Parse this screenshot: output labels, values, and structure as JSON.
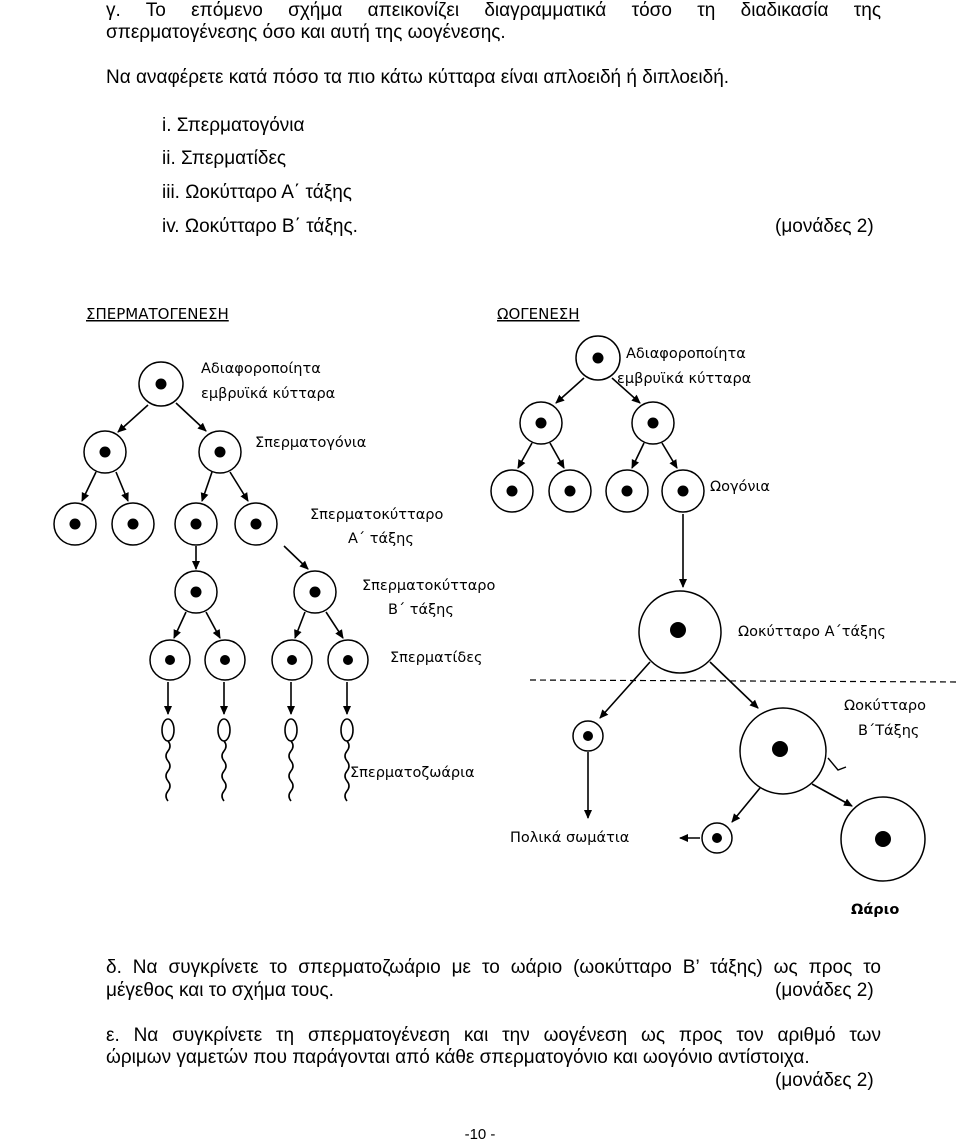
{
  "question_g": {
    "line1": "γ. Το επόμενο σχήμα απεικονίζει διαγραμματικά τόσο τη διαδικασία της",
    "line2": "σπερματογένεσης όσο και αυτή της ωογένεσης.",
    "instruction": "Να αναφέρετε κατά πόσο τα πιο κάτω κύτταρα είναι απλοειδή ή διπλοειδή.",
    "items": [
      "i. Σπερματογόνια",
      "ii. Σπερματίδες",
      "iii. Ωοκύτταρο Α΄ τάξης",
      "iv. Ωοκύτταρο Β΄ τάξης."
    ],
    "points": "(μονάδες 2)"
  },
  "diagram": {
    "spermatogenesis": {
      "heading": "ΣΠΕΡΜΑΤΟΓΕΝΕΣΗ",
      "label_stem_1": "Αδιαφοροποίητα",
      "label_stem_2": "εμβρυϊκά κύτταρα",
      "label_spermatogonia": "Σπερματογόνια",
      "label_primary_1": "Σπερματοκύτταρο",
      "label_primary_2": "Α΄ τάξης",
      "label_secondary_1": "Σπερματοκύτταρο",
      "label_secondary_2": "Β΄ τάξης",
      "label_spermatids": "Σπερματίδες",
      "label_sperm": "Σπερματοζωάρια"
    },
    "oogenesis": {
      "heading": "ΩΟΓΕΝΕΣΗ",
      "label_stem_1": "Αδιαφοροποίητα",
      "label_stem_2": "εμβρυϊκά κύτταρα",
      "label_oogonia": "Ωογόνια",
      "label_primary": "Ωοκύτταρο Α΄τάξης",
      "label_secondary_1": "Ωοκύτταρο",
      "label_secondary_2": "Β΄Τάξης",
      "label_polar": "Πολικά σωμάτια",
      "label_ovum": "Ωάριο"
    }
  },
  "question_d": {
    "line1": "δ. Να συγκρίνετε το σπερματοζωάριο με το ωάριο (ωοκύτταρο Β’ τάξης) ως προς το",
    "line2": "μέγεθος και το σχήμα τους.",
    "points": "(μονάδες 2)"
  },
  "question_e": {
    "line1": "ε. Να συγκρίνετε τη σπερματογένεση και την ωογένεση ως προς τον αριθμό των",
    "line2": "ώριμων γαμετών που παράγονται από κάθε σπερματογόνιο και ωογόνιο αντίστοιχα.",
    "points": "(μονάδες 2)"
  },
  "page_number": "-10 -"
}
